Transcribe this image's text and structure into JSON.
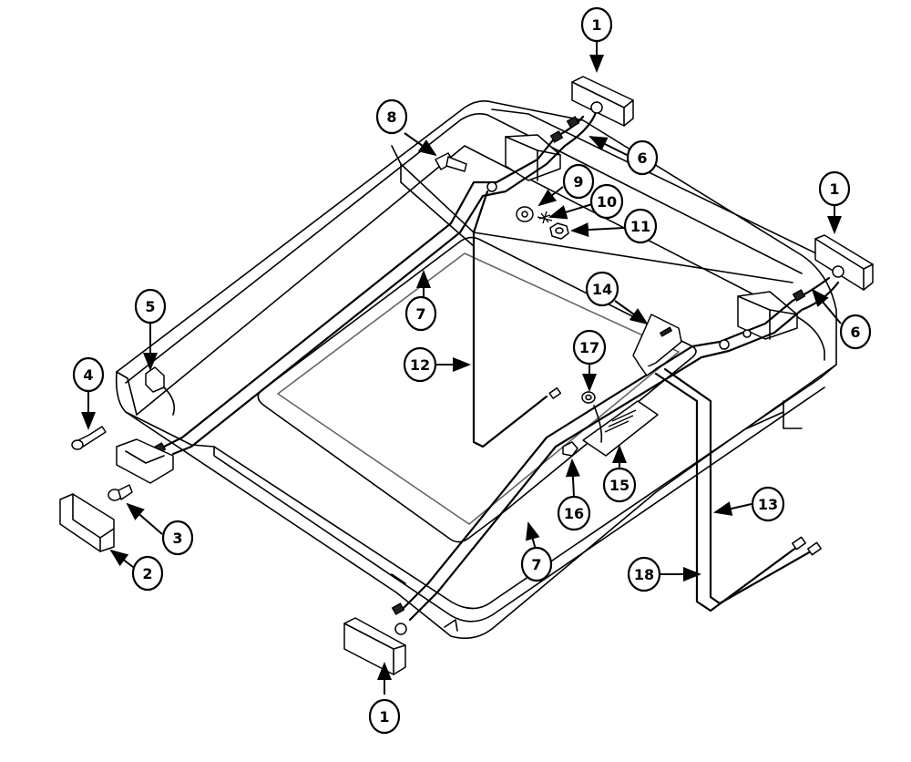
{
  "callouts": [
    {
      "number": "1"
    },
    {
      "number": "1"
    },
    {
      "number": "1"
    },
    {
      "number": "2"
    },
    {
      "number": "3"
    },
    {
      "number": "4"
    },
    {
      "number": "5"
    },
    {
      "number": "6"
    },
    {
      "number": "6"
    },
    {
      "number": "7"
    },
    {
      "number": "7"
    },
    {
      "number": "8"
    },
    {
      "number": "9"
    },
    {
      "number": "10"
    },
    {
      "number": "11"
    },
    {
      "number": "12"
    },
    {
      "number": "13"
    },
    {
      "number": "14"
    },
    {
      "number": "15"
    },
    {
      "number": "16"
    },
    {
      "number": "17"
    },
    {
      "number": "18"
    }
  ]
}
